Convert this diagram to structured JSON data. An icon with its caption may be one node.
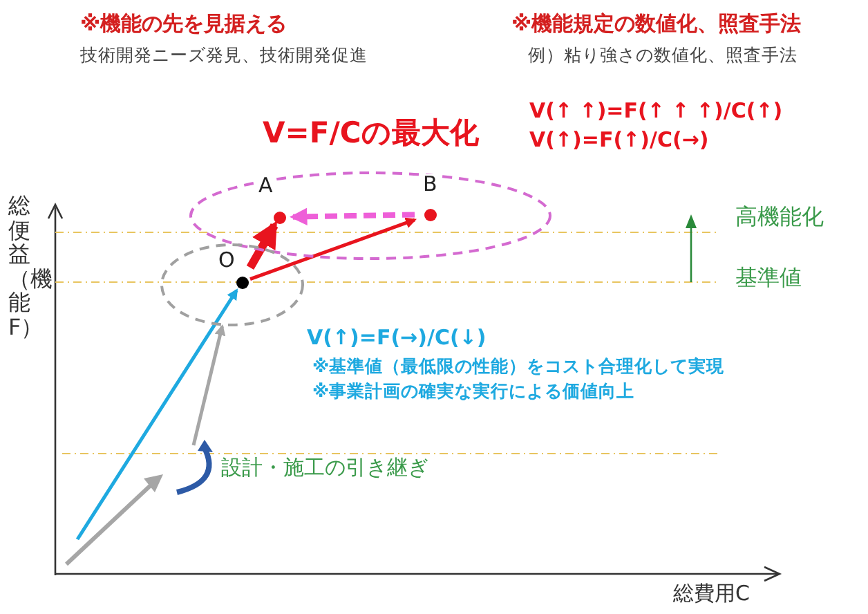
{
  "diagram": {
    "nodes": [
      {
        "text": [],
        "shape": "ellipse"
      },
      {
        "text": [
          "A"
        ],
        "in": 0
      },
      {
        "text": [
          "B"
        ],
        "in": 0
      },
      {
        "text": [],
        "shape": "ellipse"
      },
      {
        "text": [
          "O"
        ],
        "in": 3
      }
    ],
    "edges": [
      {
        "from": 4,
        "to": 1,
        "arrow": "to",
        "style": "thick",
        "color": "#e8141e"
      },
      {
        "from": 4,
        "to": 2,
        "arrow": "to",
        "color": "#e8141e"
      },
      {
        "from": 2,
        "to": 1,
        "arrow": "to",
        "style": "dashed",
        "color": "#ee5fd8"
      },
      {
        "from": null,
        "to": 4,
        "arrow": "to",
        "color": "#1ea9e0"
      },
      {
        "from": null,
        "to": 3,
        "arrow": "to",
        "color": "#a6a6a6"
      }
    ],
    "labels": [
      "※機能の先を見据える",
      "技術開発ニーズ発見、技術開発促進",
      "※機能規定の数値化、照査手法",
      "例）粘り強さの数値化、照査手法",
      "V=F/Cの最大化",
      "V(↑ ↑)=F(↑ ↑ ↑)/C(↑)",
      "V(↑)=F(↑)/C(→)",
      "総便益（機能F）",
      "高機能化",
      "基準値",
      "V(↑)=F(→)/C(↓)",
      "※基準値（最低限の性能）をコスト合理化して実現",
      "※事業計画の確実な実行による価値向上",
      "設計・施工の引き継ぎ",
      "総費用C"
    ]
  }
}
